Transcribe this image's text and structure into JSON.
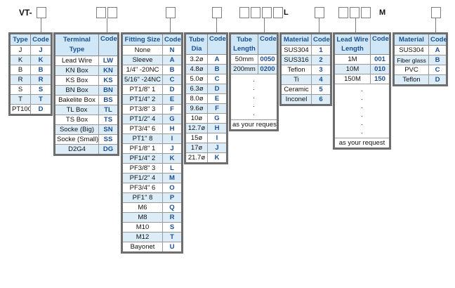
{
  "header": {
    "prefix": "VT-",
    "suffix_length": "L",
    "suffix_leadwire": "M"
  },
  "type_table": {
    "headers": [
      "Type",
      "Code"
    ],
    "rows": [
      [
        "J",
        "J"
      ],
      [
        "K",
        "K"
      ],
      [
        "B",
        "B"
      ],
      [
        "R",
        "R"
      ],
      [
        "S",
        "S"
      ],
      [
        "T",
        "T"
      ],
      [
        "PT100",
        "D"
      ]
    ]
  },
  "terminal_table": {
    "headers": [
      "Terminal Type",
      "Code"
    ],
    "rows": [
      [
        "Lead Wire",
        "LW"
      ],
      [
        "KN Box",
        "KN"
      ],
      [
        "KS Box",
        "KS"
      ],
      [
        "BN Box",
        "BN"
      ],
      [
        "Bakelite Box",
        "BS"
      ],
      [
        "TL Box",
        "TL"
      ],
      [
        "TS Box",
        "TS"
      ],
      [
        "Socke (Big)",
        "SN"
      ],
      [
        "Socke (Small)",
        "SS"
      ],
      [
        "D2G4",
        "DG"
      ]
    ]
  },
  "fitting_table": {
    "headers": [
      "Fitting Size",
      "Code"
    ],
    "rows": [
      [
        "None",
        "N"
      ],
      [
        "Sleeve",
        "A"
      ],
      [
        "1/4\" -20NC",
        "B"
      ],
      [
        "5/16\" -24NC",
        "C"
      ],
      [
        "PT1/8\" 1",
        "D"
      ],
      [
        "PT1/4\" 2",
        "E"
      ],
      [
        "PT3/8\" 3",
        "F"
      ],
      [
        "PT1/2\" 4",
        "G"
      ],
      [
        "PT3/4\" 6",
        "H"
      ],
      [
        "PT1\" 8",
        "I"
      ],
      [
        "PF1/8\" 1",
        "J"
      ],
      [
        "PF1/4\" 2",
        "K"
      ],
      [
        "PF3/8\" 3",
        "L"
      ],
      [
        "PF1/2\" 4",
        "M"
      ],
      [
        "PF3/4\" 6",
        "O"
      ],
      [
        "PF1\" 8",
        "P"
      ],
      [
        "M6",
        "Q"
      ],
      [
        "M8",
        "R"
      ],
      [
        "M10",
        "S"
      ],
      [
        "M12",
        "T"
      ],
      [
        "Bayonet",
        "U"
      ]
    ]
  },
  "dia_table": {
    "headers": [
      "Tube Dia",
      "Code"
    ],
    "rows": [
      [
        "3.2ø",
        "A"
      ],
      [
        "4.8ø",
        "B"
      ],
      [
        "5.0ø",
        "C"
      ],
      [
        "6.3ø",
        "D"
      ],
      [
        "8.0ø",
        "E"
      ],
      [
        "9.6ø",
        "F"
      ],
      [
        "10ø",
        "G"
      ],
      [
        "12.7ø",
        "H"
      ],
      [
        "15ø",
        "I"
      ],
      [
        "17ø",
        "J"
      ],
      [
        "21.7ø",
        "K"
      ]
    ]
  },
  "length_table": {
    "headers": [
      "Tube Length",
      "Code"
    ],
    "rows": [
      [
        "50mm",
        "0050"
      ],
      [
        "200mm",
        "0200"
      ]
    ],
    "dots": ".\n.\n.\n.\n.",
    "note": "as your request"
  },
  "material_table": {
    "headers": [
      "Material",
      "Code"
    ],
    "rows": [
      [
        "SUS304",
        "1"
      ],
      [
        "SUS316",
        "2"
      ],
      [
        "Teflon",
        "3"
      ],
      [
        "Ti",
        "4"
      ],
      [
        "Ceramic",
        "5"
      ],
      [
        "Inconel",
        "6"
      ]
    ]
  },
  "leadwire_table": {
    "headers": [
      "Lead Wire Length",
      "Code"
    ],
    "rows": [
      [
        "1M",
        "001"
      ],
      [
        "10M",
        "010"
      ],
      [
        "150M",
        "150"
      ]
    ],
    "dots": ".\n.\n.\n.\n.\n.",
    "note": "as your request"
  },
  "material2_table": {
    "headers": [
      "Material",
      "Code"
    ],
    "rows": [
      [
        "SUS304",
        "A"
      ],
      [
        "Fiber glass",
        "B"
      ],
      [
        "PVC",
        "C"
      ],
      [
        "Teflon",
        "D"
      ]
    ]
  },
  "colors": {
    "header_bg": "#cfe7f6",
    "code_text": "#1d4f94",
    "border": "#6e6e6e"
  }
}
